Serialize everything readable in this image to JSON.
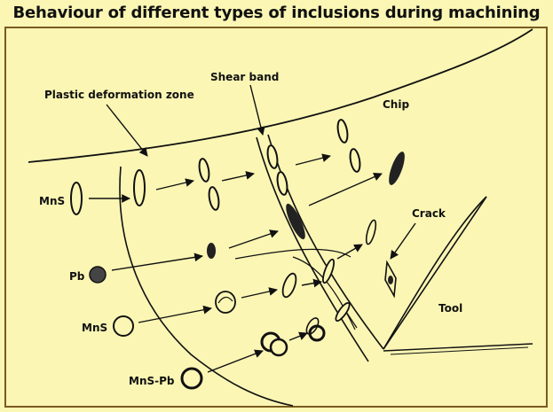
{
  "title": "Behaviour of different types of inclusions during machining",
  "labels": {
    "plastic_zone": "Plastic deformation zone",
    "shear_band": "Shear band",
    "chip": "Chip",
    "crack": "Crack",
    "tool": "Tool",
    "mns_top": "MnS",
    "pb": "Pb",
    "mns_bottom": "MnS",
    "mns_pb": "MnS-Pb"
  },
  "colors": {
    "background": "#fbf6b4",
    "frame": "#7a5a1e",
    "ink": "#111111"
  }
}
